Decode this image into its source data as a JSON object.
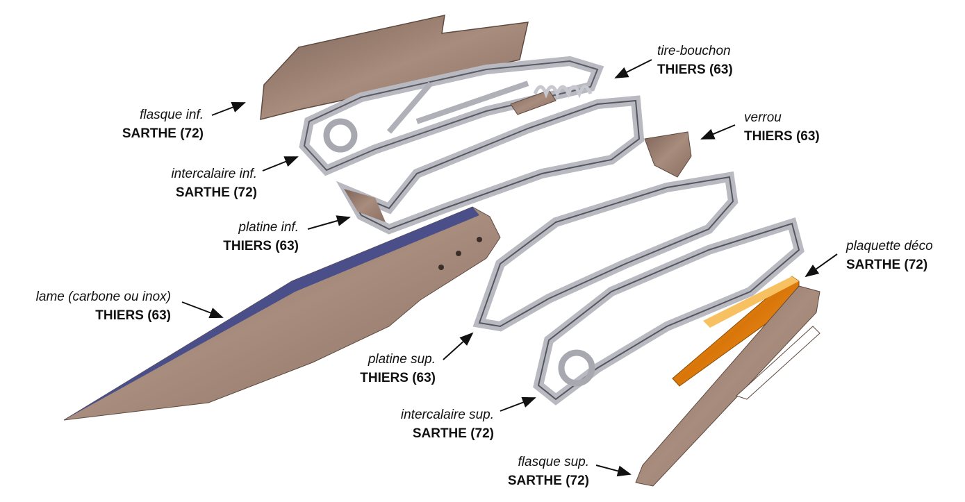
{
  "labels": {
    "flasque_inf": {
      "name": "flasque inf.",
      "origin": "SARTHE (72)"
    },
    "intercalaire_inf": {
      "name": "intercalaire inf.",
      "origin": "SARTHE (72)"
    },
    "platine_inf": {
      "name": "platine inf.",
      "origin": "THIERS (63)"
    },
    "lame": {
      "name": "lame (carbone ou inox)",
      "origin": "THIERS (63)"
    },
    "tire_bouchon": {
      "name": "tire-bouchon",
      "origin": "THIERS (63)"
    },
    "verrou": {
      "name": "verrou",
      "origin": "THIERS (63)"
    },
    "plaquette_deco": {
      "name": "plaquette déco",
      "origin": "SARTHE (72)"
    },
    "platine_sup": {
      "name": "platine sup.",
      "origin": "THIERS (63)"
    },
    "intercalaire_sup": {
      "name": "intercalaire sup.",
      "origin": "SARTHE (72)"
    },
    "flasque_sup": {
      "name": "flasque sup.",
      "origin": "SARTHE (72)"
    }
  },
  "colors": {
    "bronze": "#9a8072",
    "steel": "#c9c9cf",
    "blade_edge": "#4a4f8a",
    "orange": "#e58a10"
  }
}
